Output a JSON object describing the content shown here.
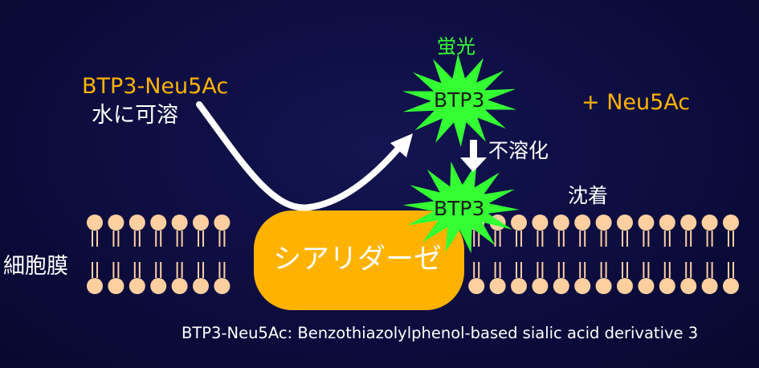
{
  "substrate": {
    "name": "BTP3-Neu5Ac",
    "property": "水に可溶"
  },
  "product": {
    "fluorescence_label": "蛍光",
    "fluorophore": "BTP3",
    "released": "+ Neu5Ac",
    "insolubilization": "不溶化",
    "deposited_fluorophore": "BTP3",
    "deposition": "沈着"
  },
  "membrane_label": "細胞膜",
  "enzyme": "シアリダーゼ",
  "footnote": "BTP3-Neu5Ac: Benzothiazolylphenol-based sialic acid derivative 3",
  "colors": {
    "background": "#0c0c3e",
    "highlight_orange": "#ffb300",
    "fluor_green": "#33ff33",
    "enzyme_fill": "#ffb300",
    "lipid_head": "#ffcfa0",
    "text_white": "#ffffff"
  }
}
